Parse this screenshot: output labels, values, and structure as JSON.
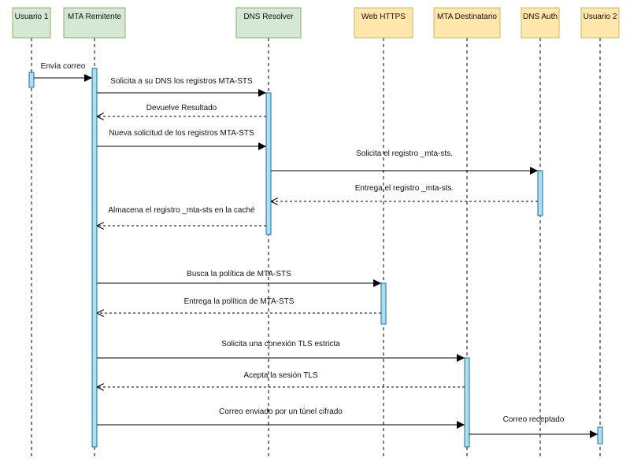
{
  "participants": [
    {
      "id": "u1",
      "label": "Usuario 1",
      "fill": "#d5e8d4",
      "stroke": "#82b366"
    },
    {
      "id": "mta",
      "label": "MTA Remitente",
      "fill": "#d5e8d4",
      "stroke": "#82b366"
    },
    {
      "id": "dns",
      "label": "DNS Resolver",
      "fill": "#d5e8d4",
      "stroke": "#82b366"
    },
    {
      "id": "web",
      "label": "Web HTTPS",
      "fill": "#ffe6aa",
      "stroke": "#d6b656"
    },
    {
      "id": "mtad",
      "label": "MTA Destinatario",
      "fill": "#ffe6aa",
      "stroke": "#d6b656"
    },
    {
      "id": "auth",
      "label": "DNS Auth",
      "fill": "#ffe6aa",
      "stroke": "#d6b656"
    },
    {
      "id": "u2",
      "label": "Usuario 2",
      "fill": "#ffe6aa",
      "stroke": "#d6b656"
    }
  ],
  "activation_color": "#b1ddf0",
  "activation_stroke": "#10739e",
  "messages": [
    {
      "from": "u1",
      "to": "mta",
      "label": "Envía correo",
      "type": "sync"
    },
    {
      "from": "mta",
      "to": "dns",
      "label": "Solicita a su DNS los registros MTA-STS",
      "type": "sync"
    },
    {
      "from": "dns",
      "to": "mta",
      "label": "Devuelve Resultado",
      "type": "return"
    },
    {
      "from": "mta",
      "to": "dns",
      "label": "Nueva solicitud de los registros MTA-STS",
      "type": "sync"
    },
    {
      "from": "dns",
      "to": "auth",
      "label": "Solicita el registro _mta-sts.",
      "type": "sync"
    },
    {
      "from": "auth",
      "to": "dns",
      "label": "Entrega el registro _mta-sts.",
      "type": "return"
    },
    {
      "from": "dns",
      "to": "mta",
      "label": "Almacena el registro _mta-sts en la caché",
      "type": "return"
    },
    {
      "from": "mta",
      "to": "web",
      "label": "Busca la política de MTA-STS",
      "type": "sync"
    },
    {
      "from": "web",
      "to": "mta",
      "label": "Entrega la política de MTA-STS",
      "type": "return"
    },
    {
      "from": "mta",
      "to": "mtad",
      "label": "Solicita una conexión TLS estricta",
      "type": "sync"
    },
    {
      "from": "mtad",
      "to": "mta",
      "label": "Acepta la sesión TLS",
      "type": "return"
    },
    {
      "from": "mta",
      "to": "mtad",
      "label": "Correo enviado por un túnel cifrado",
      "type": "sync"
    },
    {
      "from": "mtad",
      "to": "u2",
      "label": "Correo receptado",
      "type": "sync"
    }
  ]
}
